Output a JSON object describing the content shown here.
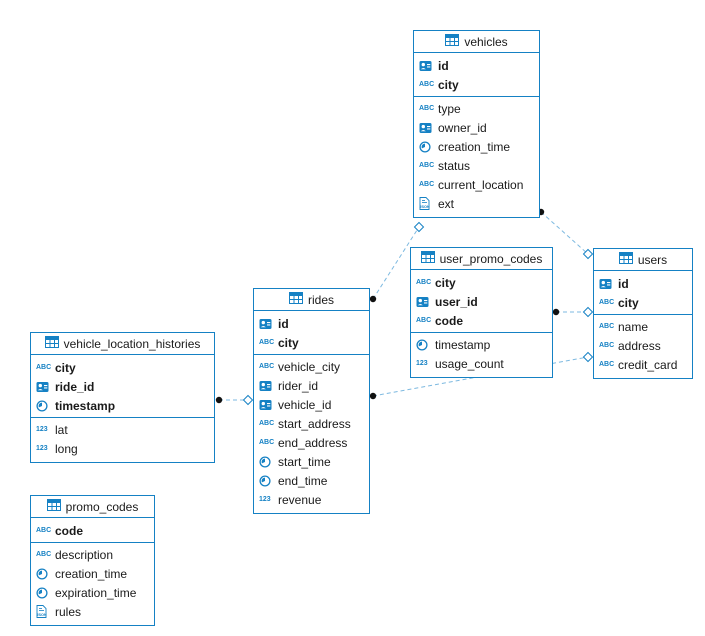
{
  "colors": {
    "accent": "#1581c4",
    "connection_line": "#7db9e0",
    "connection_dot": "#111111",
    "text": "#1a1a1a",
    "background": "#ffffff"
  },
  "tables": [
    {
      "id": "vehicles",
      "title": "vehicles",
      "columns": [
        {
          "label": "id",
          "type": "uuid",
          "pk": true
        },
        {
          "label": "city",
          "type": "string",
          "pk": true
        },
        {
          "label": "type",
          "type": "string",
          "pk": false
        },
        {
          "label": "owner_id",
          "type": "uuid",
          "pk": false
        },
        {
          "label": "creation_time",
          "type": "time",
          "pk": false
        },
        {
          "label": "status",
          "type": "string",
          "pk": false
        },
        {
          "label": "current_location",
          "type": "string",
          "pk": false
        },
        {
          "label": "ext",
          "type": "json",
          "pk": false
        }
      ]
    },
    {
      "id": "user_promo_codes",
      "title": "user_promo_codes",
      "columns": [
        {
          "label": "city",
          "type": "string",
          "pk": true
        },
        {
          "label": "user_id",
          "type": "uuid",
          "pk": true
        },
        {
          "label": "code",
          "type": "string",
          "pk": true
        },
        {
          "label": "timestamp",
          "type": "time",
          "pk": false
        },
        {
          "label": "usage_count",
          "type": "int",
          "pk": false
        }
      ]
    },
    {
      "id": "users",
      "title": "users",
      "columns": [
        {
          "label": "id",
          "type": "uuid",
          "pk": true
        },
        {
          "label": "city",
          "type": "string",
          "pk": true
        },
        {
          "label": "name",
          "type": "string",
          "pk": false
        },
        {
          "label": "address",
          "type": "string",
          "pk": false
        },
        {
          "label": "credit_card",
          "type": "string",
          "pk": false
        }
      ]
    },
    {
      "id": "rides",
      "title": "rides",
      "columns": [
        {
          "label": "id",
          "type": "uuid",
          "pk": true
        },
        {
          "label": "city",
          "type": "string",
          "pk": true
        },
        {
          "label": "vehicle_city",
          "type": "string",
          "pk": false
        },
        {
          "label": "rider_id",
          "type": "uuid",
          "pk": false
        },
        {
          "label": "vehicle_id",
          "type": "uuid",
          "pk": false
        },
        {
          "label": "start_address",
          "type": "string",
          "pk": false
        },
        {
          "label": "end_address",
          "type": "string",
          "pk": false
        },
        {
          "label": "start_time",
          "type": "time",
          "pk": false
        },
        {
          "label": "end_time",
          "type": "time",
          "pk": false
        },
        {
          "label": "revenue",
          "type": "int",
          "pk": false
        }
      ]
    },
    {
      "id": "vehicle_location_histories",
      "title": "vehicle_location_histories",
      "columns": [
        {
          "label": "city",
          "type": "string",
          "pk": true
        },
        {
          "label": "ride_id",
          "type": "uuid",
          "pk": true
        },
        {
          "label": "timestamp",
          "type": "time",
          "pk": true
        },
        {
          "label": "lat",
          "type": "int",
          "pk": false
        },
        {
          "label": "long",
          "type": "int",
          "pk": false
        }
      ]
    },
    {
      "id": "promo_codes",
      "title": "promo_codes",
      "columns": [
        {
          "label": "code",
          "type": "string",
          "pk": true
        },
        {
          "label": "description",
          "type": "string",
          "pk": false
        },
        {
          "label": "creation_time",
          "type": "time",
          "pk": false
        },
        {
          "label": "expiration_time",
          "type": "time",
          "pk": false
        },
        {
          "label": "rules",
          "type": "json",
          "pk": false
        }
      ]
    }
  ],
  "connections": [
    {
      "from": "vehicle_location_histories",
      "to": "rides"
    },
    {
      "from": "rides",
      "to": "vehicles"
    },
    {
      "from": "rides",
      "to": "users"
    },
    {
      "from": "user_promo_codes",
      "to": "users"
    },
    {
      "from": "vehicles",
      "to": "users"
    }
  ]
}
